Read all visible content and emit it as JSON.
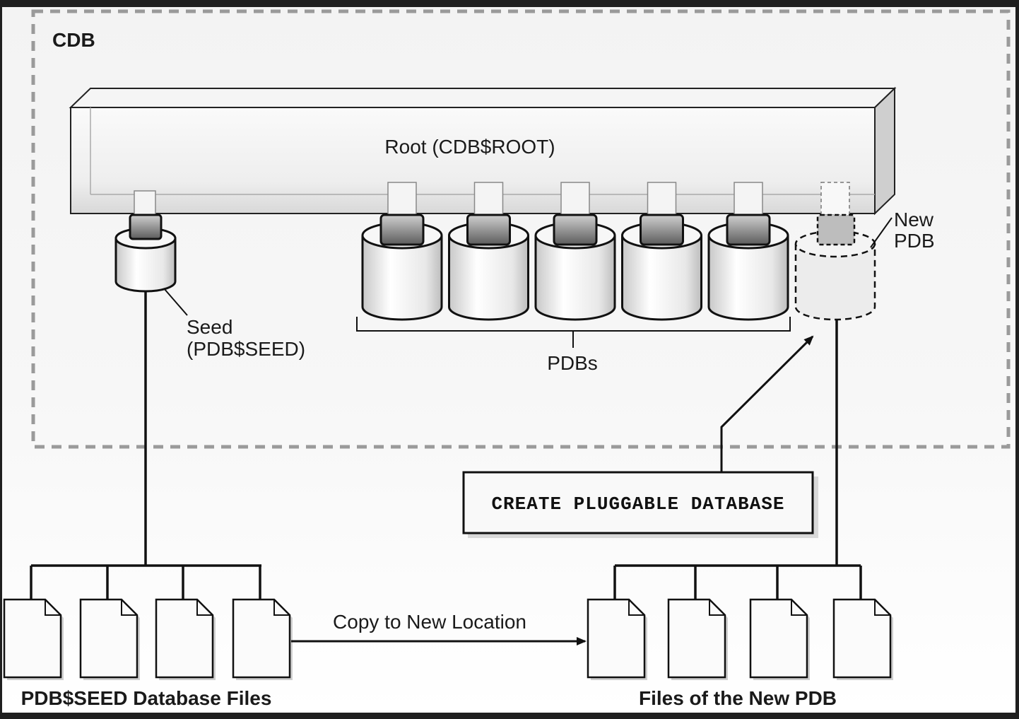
{
  "diagram": {
    "container_label": "CDB",
    "root_label": "Root (CDB$ROOT)",
    "seed_label_line1": "Seed",
    "seed_label_line2": "(PDB$SEED)",
    "pdbs_label": "PDBs",
    "new_pdb_line1": "New",
    "new_pdb_line2": "PDB",
    "command_label": "CREATE PLUGGABLE DATABASE",
    "copy_label": "Copy to New Location",
    "seed_files_label": "PDB$SEED Database Files",
    "new_files_label": "Files of the New PDB",
    "pdb_count": 5,
    "seed_file_count": 4,
    "new_file_count": 4
  }
}
